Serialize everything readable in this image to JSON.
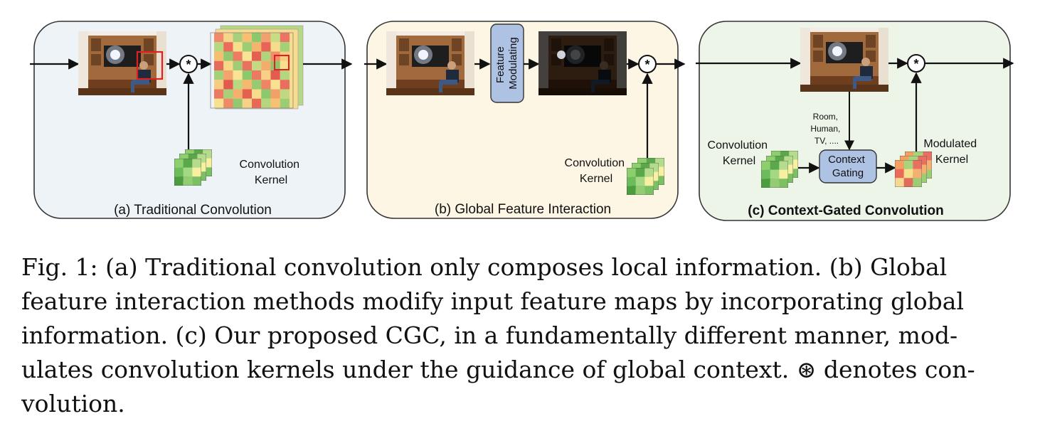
{
  "panels": {
    "a": {
      "title": "(a) Traditional Convolution",
      "kernel_label": [
        "Convolution",
        "Kernel"
      ],
      "background": "#eef3f7"
    },
    "b": {
      "title": "(b) Global Feature Interaction",
      "modulating_label": [
        "Feature",
        "Modulating"
      ],
      "kernel_label": [
        "Convolution",
        "Kernel"
      ],
      "background": "#fdf6e4"
    },
    "c": {
      "title": "(c) Context-Gated Convolution",
      "context_words": [
        "Room,",
        "Human,",
        "TV, ...."
      ],
      "kernel_label": [
        "Convolution",
        "Kernel"
      ],
      "gating_label": [
        "Context",
        "Gating"
      ],
      "modulated_label": [
        "Modulated",
        "Kernel"
      ],
      "background": "#edf4e8"
    }
  },
  "colors": {
    "panel_border": "#333333",
    "block_fill": "#aec2e4",
    "block_border": "#333333",
    "highlight_box": "#e02020",
    "kernel_green": "#7cbf5c",
    "kernel_yellow": "#f6f0a0"
  },
  "icons": [
    "room-photo",
    "convolution-operator",
    "feature-map-heatmap",
    "kernel-stack"
  ],
  "caption": {
    "lines": [
      "Fig. 1: (a) Traditional convolution only composes local information. (b) Global",
      "feature interaction methods modify input feature maps by incorporating global",
      "information. (c) Our proposed CGC, in a fundamentally different manner, mod-",
      "ulates convolution kernels under the guidance of global context. ⊛ denotes con-",
      "volution."
    ]
  }
}
